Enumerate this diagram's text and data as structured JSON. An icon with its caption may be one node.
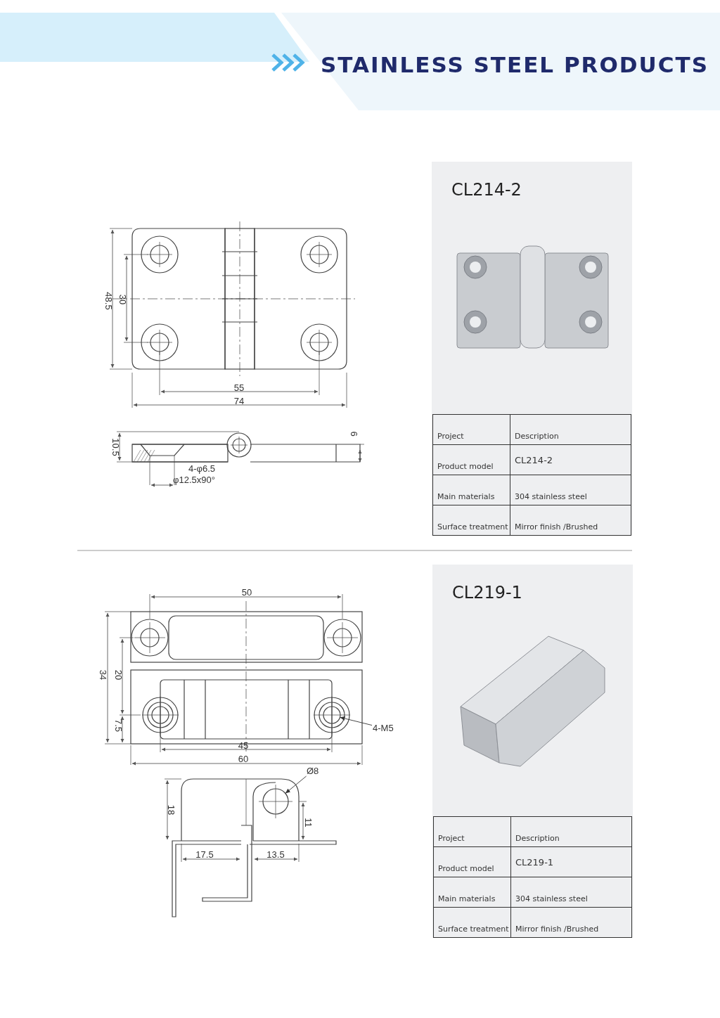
{
  "diagram": {
    "title": "STAINLESS STEEL PRODUCTS",
    "nodes": [
      {
        "text": [
          "CL214-2"
        ]
      },
      {
        "text": [
          "CL219-1"
        ]
      },
      {
        "text": [
          "4-M5"
        ]
      },
      {
        "text": [
          "Ø8"
        ]
      },
      {
        "text": [],
        "shape": "circle"
      },
      {
        "text": [],
        "shape": "circle"
      }
    ],
    "edges": [
      {
        "from": 2,
        "to": 4,
        "arrow": "to"
      },
      {
        "from": 3,
        "to": 5,
        "arrow": "to"
      }
    ],
    "labels": [
      "48.5",
      "30",
      "55",
      "74",
      "10.5",
      "6",
      "4-φ6.5",
      "φ12.5x90°",
      "Project",
      "Description",
      "Product model",
      "CL214-2",
      "Main materials",
      "304 stainless steel",
      "Surface treatment",
      "Mirror finish /Brushed",
      "50",
      "34",
      "20",
      "7.5",
      "45",
      "60",
      "18",
      "11",
      "17.5",
      "13.5",
      "Project",
      "Description",
      "Product model",
      "CL219-1",
      "Main materials",
      "304 stainless steel",
      "Surface treatment",
      "Mirror finish /Brushed"
    ]
  }
}
